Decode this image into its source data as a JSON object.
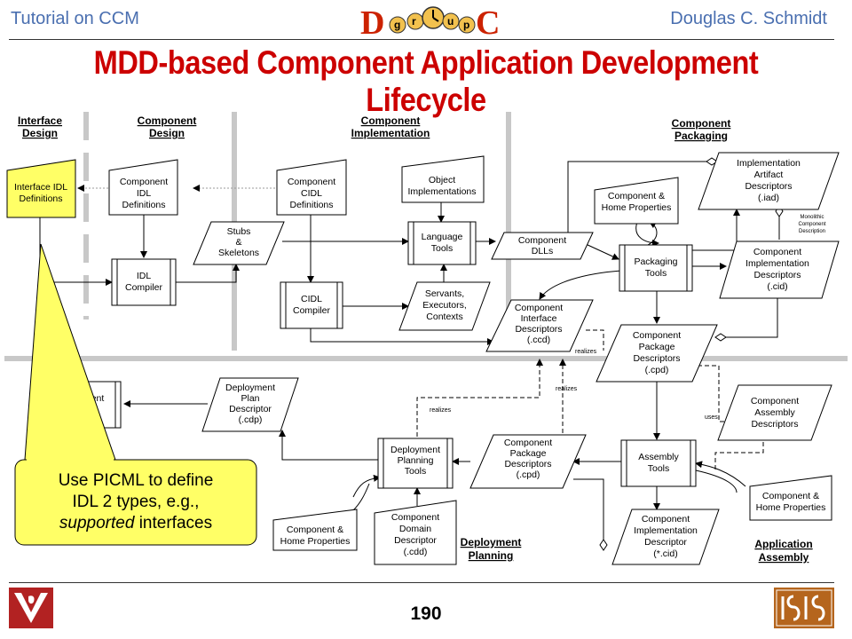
{
  "header": {
    "left": "Tutorial on CCM",
    "right": "Douglas C. Schmidt",
    "title": "MDD-based Component Application Development Lifecycle"
  },
  "logo": {
    "letters": [
      "D",
      "g",
      "r",
      "u",
      "p",
      "C"
    ]
  },
  "sections": {
    "interface_design": [
      "Interface",
      "Design"
    ],
    "component_design": [
      "Component",
      "Design"
    ],
    "component_implementation": [
      "Component",
      "Implementation"
    ],
    "component_packaging": [
      "Component",
      "Packaging"
    ],
    "deployment_planning": [
      "Deployment",
      "Planning"
    ],
    "application_assembly": [
      "Application",
      "Assembly"
    ]
  },
  "nodes": {
    "interface_idl": [
      "Interface IDL",
      "Definitions"
    ],
    "component_idl": [
      "Component",
      "IDL",
      "Definitions"
    ],
    "component_cidl": [
      "Component",
      "CIDL",
      "Definitions"
    ],
    "object_impls": [
      "Object",
      "Implementations"
    ],
    "stubs": [
      "Stubs",
      "&",
      "Skeletons"
    ],
    "idl_compiler": [
      "IDL",
      "Compiler"
    ],
    "cidl_compiler": [
      "CIDL",
      "Compiler"
    ],
    "language_tools": [
      "Language",
      "Tools"
    ],
    "servants": [
      "Servants,",
      "Executors,",
      "Contexts"
    ],
    "component_dlls": [
      "Component",
      "DLLs"
    ],
    "comp_home_props_top": [
      "Component &",
      "Home Properties"
    ],
    "impl_artifact": [
      "Implementation",
      "Artifact",
      "Descriptors",
      "(.iad)"
    ],
    "monolithic": [
      "Monolithic",
      "Component",
      "Description"
    ],
    "packaging_tools": [
      "Packaging",
      "Tools"
    ],
    "comp_impl_desc_cid": [
      "Component",
      "Implementation",
      "Descriptors",
      "(.cid)"
    ],
    "comp_iface_desc": [
      "Component",
      "Interface",
      "Descriptors",
      "(.ccd)"
    ],
    "comp_pkg_desc_right": [
      "Component",
      "Package",
      "Descriptors",
      "(.cpd)"
    ],
    "comp_assembly_desc": [
      "Component",
      "Assembly",
      "Descriptors"
    ],
    "deploy_plan_desc": [
      "Deployment",
      "Plan",
      "Descriptor",
      "(.cdp)"
    ],
    "deployment_left": [
      "ent"
    ],
    "deploy_planning_tools": [
      "Deployment",
      "Planning",
      "Tools"
    ],
    "comp_pkg_desc_mid": [
      "Component",
      "Package",
      "Descriptors",
      "(.cpd)"
    ],
    "assembly_tools": [
      "Assembly",
      "Tools"
    ],
    "comp_home_props_right": [
      "Component &",
      "Home Properties"
    ],
    "comp_home_props_bottom": [
      "Component &",
      "Home Properties"
    ],
    "comp_domain_desc": [
      "Component",
      "Domain",
      "Descriptor",
      "(.cdd)"
    ],
    "comp_impl_desc_bottom": [
      "Component",
      "Implementation",
      "Descriptor",
      "(*.cid)"
    ]
  },
  "edge_labels": {
    "realizes_1": "realizes",
    "realizes_2": "realizes",
    "realizes_3": "realizes",
    "uses": "uses"
  },
  "callout": {
    "line1": "Use PICML to define",
    "line2": "IDL 2 types, e.g.,",
    "line3_italic": "supported",
    "line3_rest": " interfaces"
  },
  "colors": {
    "header_text": "#4a6fb0",
    "title": "#cc0000",
    "highlight_fill": "#ffff66",
    "callout_fill": "#ffff66",
    "vu_logo": "#b22222",
    "isis_logo": "#b5651d"
  },
  "page_number": "190"
}
